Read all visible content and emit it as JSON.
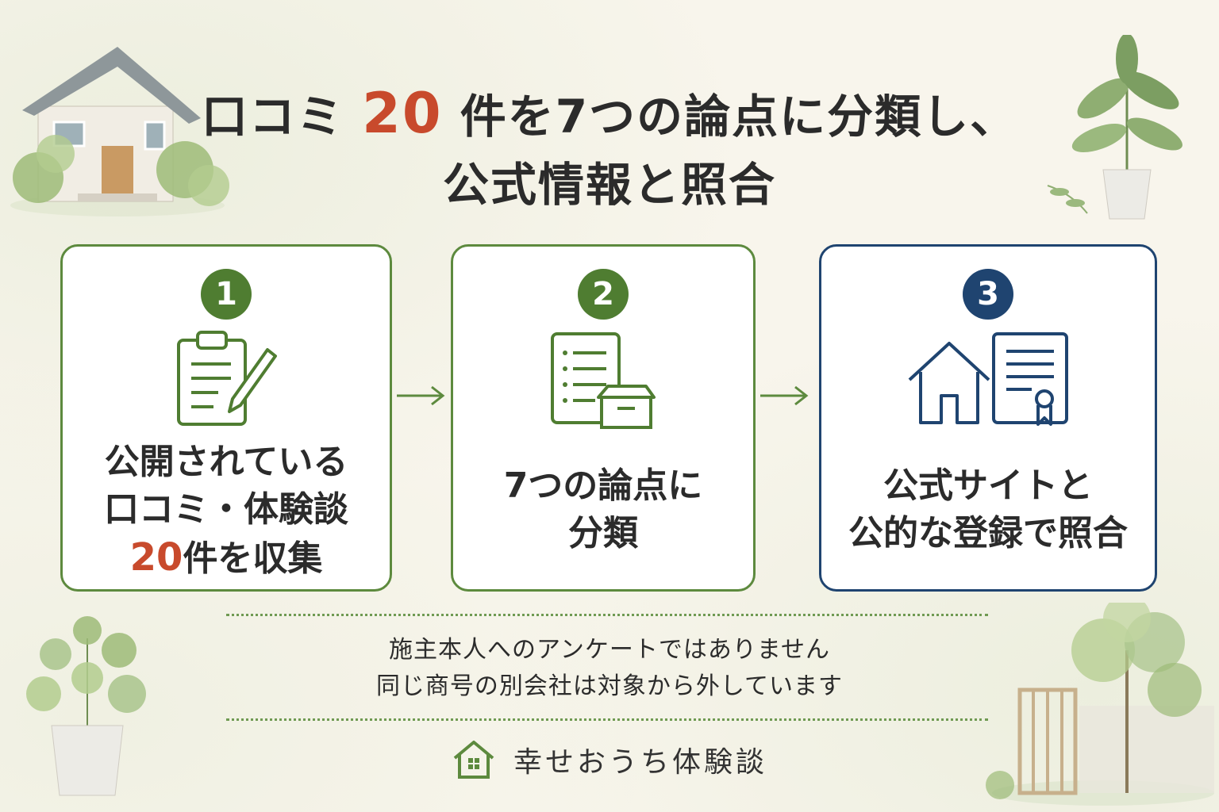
{
  "title": {
    "line1_a": "口コミ",
    "line1_num": "20",
    "line1_b": "件を7つの論点に分類し、",
    "line2": "公式情報と照合"
  },
  "steps": [
    {
      "number": "1",
      "text_line1": "公開されている",
      "text_line2": "口コミ・体験談",
      "text_line3_num": "20",
      "text_line3_rest": "件を収集",
      "icon": "clipboard-pencil-icon"
    },
    {
      "number": "2",
      "text_line1": "7つの論点に",
      "text_line2": "分類",
      "icon": "document-box-icon"
    },
    {
      "number": "3",
      "text_line1": "公式サイトと",
      "text_line2": "公的な登録で照合",
      "icon": "house-certificate-icon"
    }
  ],
  "notes": {
    "line1": "施主本人へのアンケートではありません",
    "line2": "同じ商号の別会社は対象から外しています"
  },
  "brand": {
    "name": "幸せおうち体験談",
    "icon": "house-logo-icon"
  },
  "colors": {
    "green": "#5d8a3e",
    "navy": "#1f4470",
    "accent_red": "#c84a2c"
  }
}
